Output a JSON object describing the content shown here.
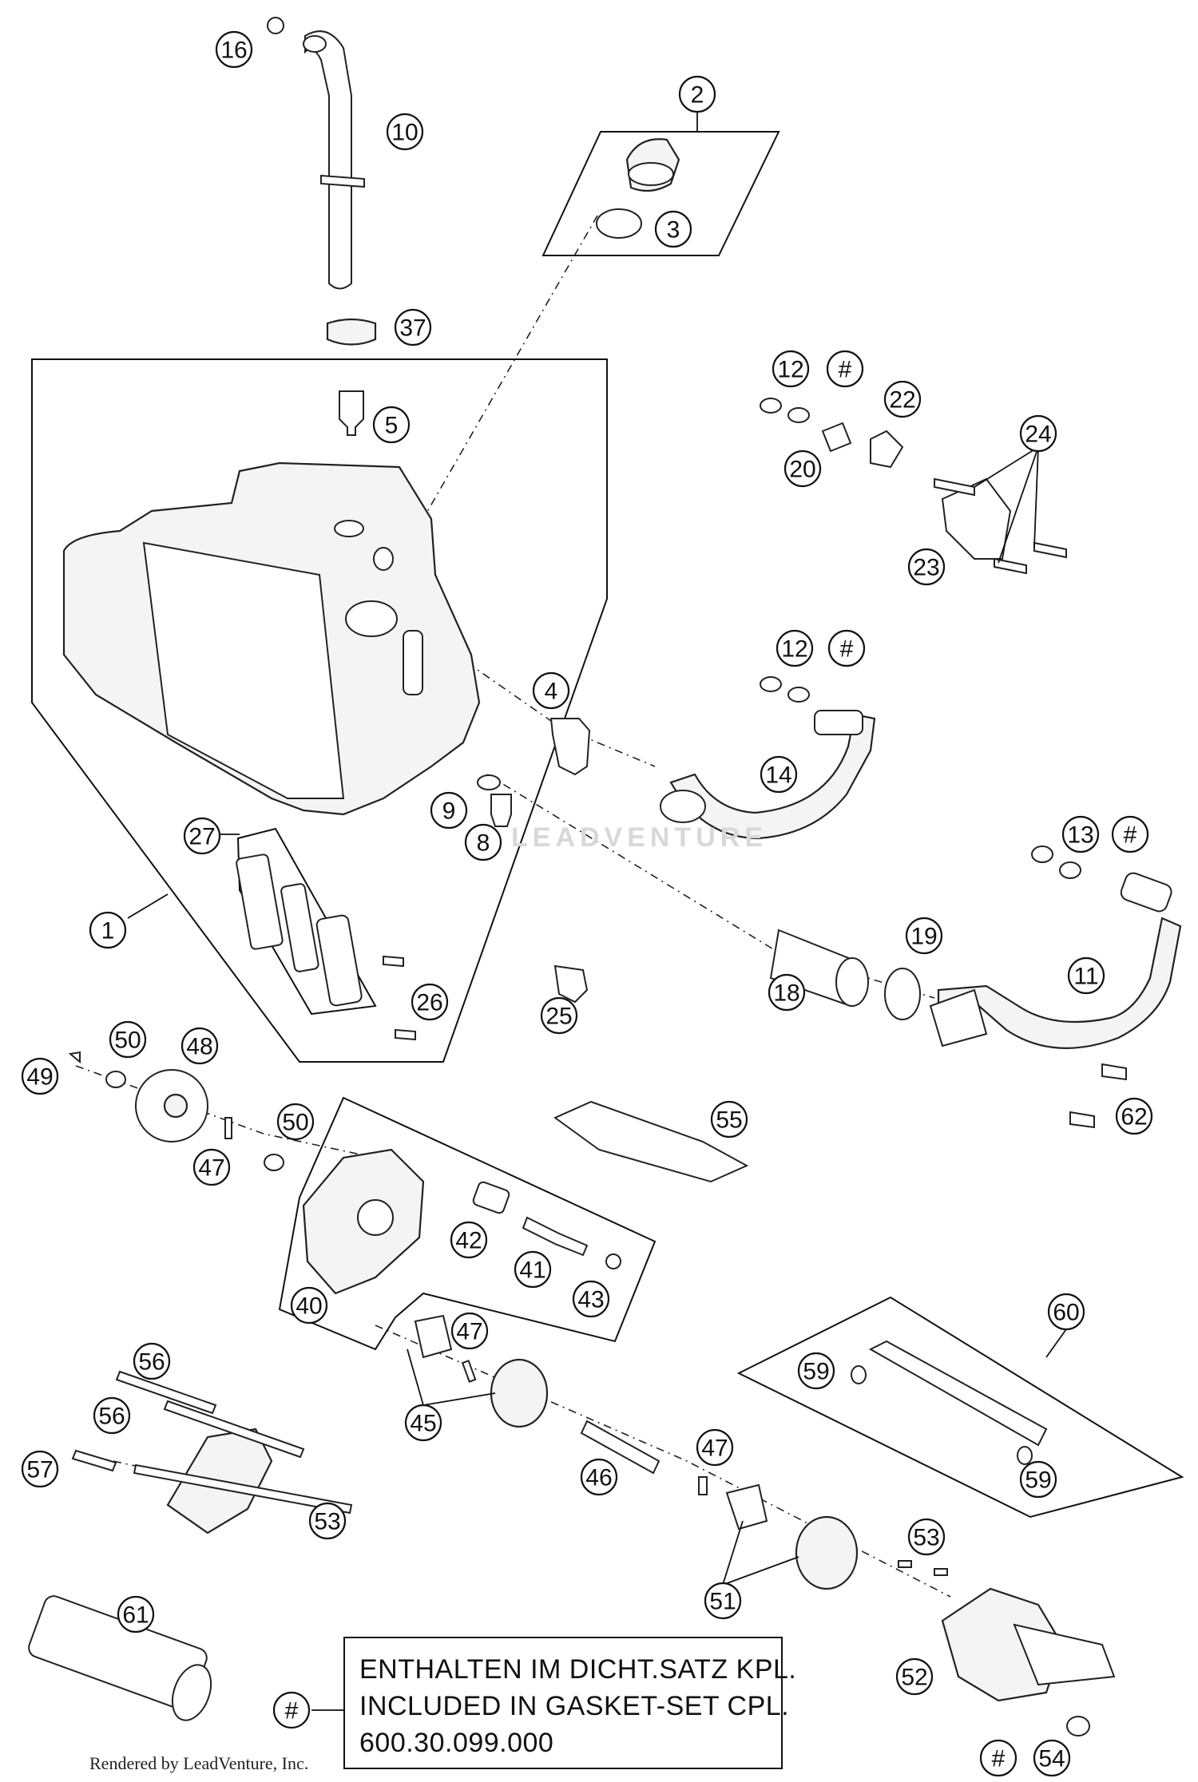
{
  "callouts": [
    "1",
    "2",
    "3",
    "4",
    "5",
    "8",
    "9",
    "10",
    "11",
    "12",
    "12",
    "13",
    "14",
    "16",
    "18",
    "19",
    "20",
    "22",
    "23",
    "24",
    "25",
    "26",
    "27",
    "37",
    "40",
    "41",
    "42",
    "43",
    "45",
    "46",
    "47",
    "47",
    "47",
    "48",
    "49",
    "50",
    "50",
    "51",
    "52",
    "53",
    "53",
    "54",
    "55",
    "56",
    "56",
    "57",
    "59",
    "59",
    "60",
    "61",
    "62",
    "#",
    "#",
    "#",
    "#",
    "#"
  ],
  "note": {
    "line1": "ENTHALTEN IM DICHT.SATZ KPL.",
    "line2": "INCLUDED IN GASKET-SET CPL.",
    "line3": "600.30.099.000",
    "symbol": "#"
  },
  "credit": "Rendered by LeadVenture, Inc.",
  "watermark": "LEADVENTURE"
}
